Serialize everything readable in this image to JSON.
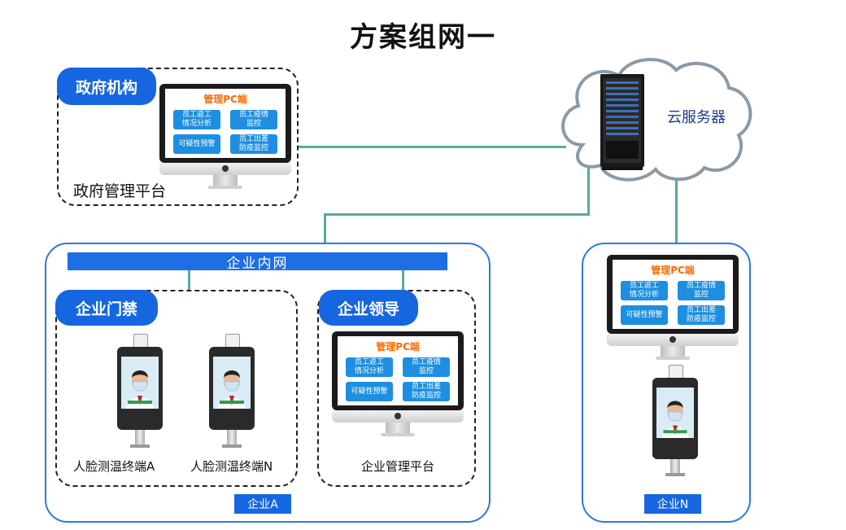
{
  "title": "方案组网一",
  "cloud": {
    "label": "云服务器"
  },
  "gov": {
    "pill": "政府机构",
    "platform": "政府管理平台"
  },
  "enterprise_a": {
    "intranet": "企业内网",
    "access": {
      "pill": "企业门禁",
      "terminal_a": "人脸测温终端A",
      "terminal_n": "人脸测温终端N"
    },
    "leader": {
      "pill": "企业领导",
      "platform": "企业管理平台"
    },
    "tag": "企业A"
  },
  "enterprise_n": {
    "tag": "企业N"
  },
  "pc_screen": {
    "title": "管理PC端",
    "btn1": "员工返工\n情况分析",
    "btn2": "员工疫情\n监控",
    "btn3": "可疑性预警",
    "btn4": "员工出差\n防疫监控"
  },
  "colors": {
    "accent": "#1566e0",
    "line": "#5aa9a0",
    "orange": "#ff6a00",
    "screen_btn": "#1e8fe0"
  }
}
